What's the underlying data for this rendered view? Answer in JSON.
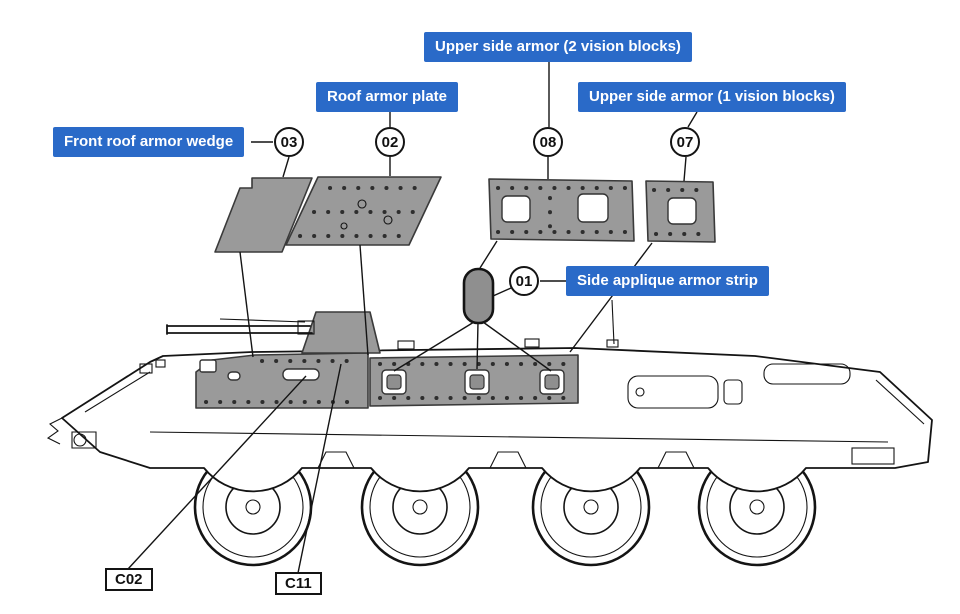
{
  "colors": {
    "label_bg": "#2a6ac8",
    "label_text": "#ffffff",
    "armor_fill": "#9a9a9a",
    "line": "#141414",
    "background": "#ffffff"
  },
  "labels": {
    "upper_side_armor_2": "Upper side armor (2 vision blocks)",
    "roof_armor_plate": "Roof armor plate",
    "upper_side_armor_1": "Upper side armor (1 vision blocks)",
    "front_roof_armor_wedge": "Front roof armor wedge",
    "side_applique_armor_strip": "Side applique armor strip"
  },
  "part_numbers": {
    "front_roof_armor_wedge": "03",
    "roof_armor_plate": "02",
    "upper_side_armor_2": "08",
    "upper_side_armor_1": "07",
    "side_applique_armor_strip": "01"
  },
  "part_codes": {
    "c02": "C02",
    "c11": "C11"
  }
}
